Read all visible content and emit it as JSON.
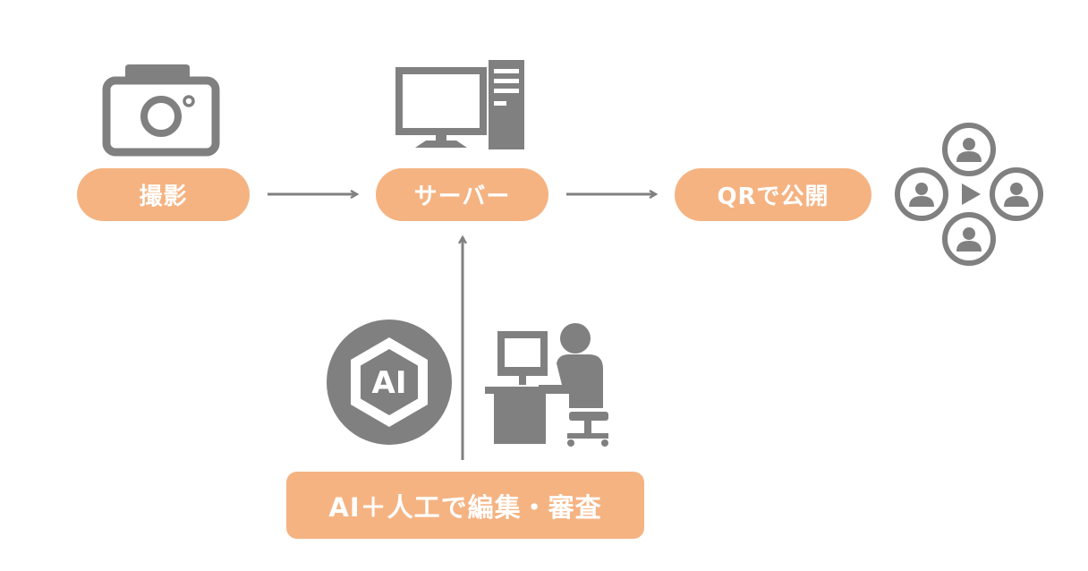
{
  "nodes": {
    "shoot": "撮影",
    "server": "サーバー",
    "publish": "QRで公開",
    "edit": "AI＋人工で編集・審査"
  },
  "ai_badge_text": "AI",
  "colors": {
    "pill": "#f5b382",
    "icon": "#808080",
    "arrow": "#808080",
    "text": "#ffffff"
  },
  "icons": [
    "camera-icon",
    "server-computer-icon",
    "ai-chip-icon",
    "operator-at-desk-icon",
    "audience-share-icon"
  ]
}
